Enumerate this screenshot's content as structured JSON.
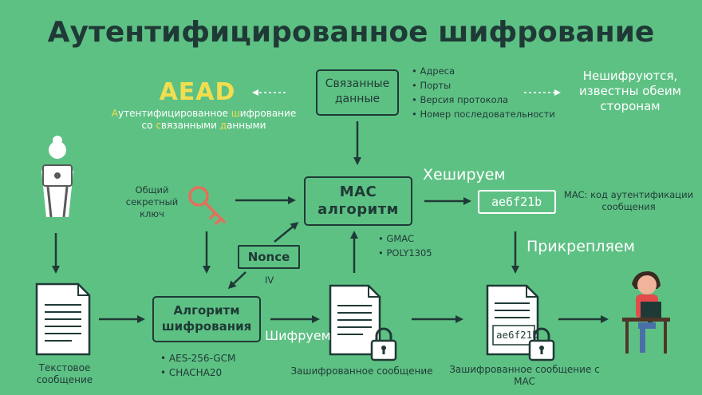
{
  "title": "Аутентифицированное шифрование",
  "aead": {
    "label": "AEAD",
    "subtitle_parts": [
      "А",
      "утентифицированное ",
      "ш",
      "ифрование",
      "со ",
      "с",
      "вязанными ",
      "д",
      "анными"
    ]
  },
  "associated_data": {
    "label": "Связанные данные",
    "items": [
      "Адреса",
      "Порты",
      "Версия протокола",
      "Номер последовательности"
    ]
  },
  "unencrypted_note": "Нешифруются, известны обеим сторонам",
  "mac_box": {
    "label": "MAC алгоритм"
  },
  "hash_label": "Хешируем",
  "mac_value": "ae6f21b",
  "mac_desc": "MAC: код аутентификации сообщения",
  "shared_key": "Общий секретный ключ",
  "nonce": "Nonce",
  "iv": "IV",
  "mac_algorithms": [
    "GMAC",
    "POLY1305"
  ],
  "attach_label": "Прикрепляем",
  "encryption_box": {
    "label": "Алгоритм шифрования"
  },
  "encrypt_label": "Шифруем",
  "encryption_algorithms": [
    "AES-256-GCM",
    "CHACHA20"
  ],
  "plaintext_caption": "Текстовое сообщение",
  "ciphertext_caption": "Зашифрованное сообщение",
  "ciphertext_mac_caption": "Зашифрованное сообщение с MAC",
  "colors": {
    "background": "#5ec184",
    "dark": "#1f3a36",
    "accent": "#f2de4e",
    "key": "#e46f5b"
  }
}
